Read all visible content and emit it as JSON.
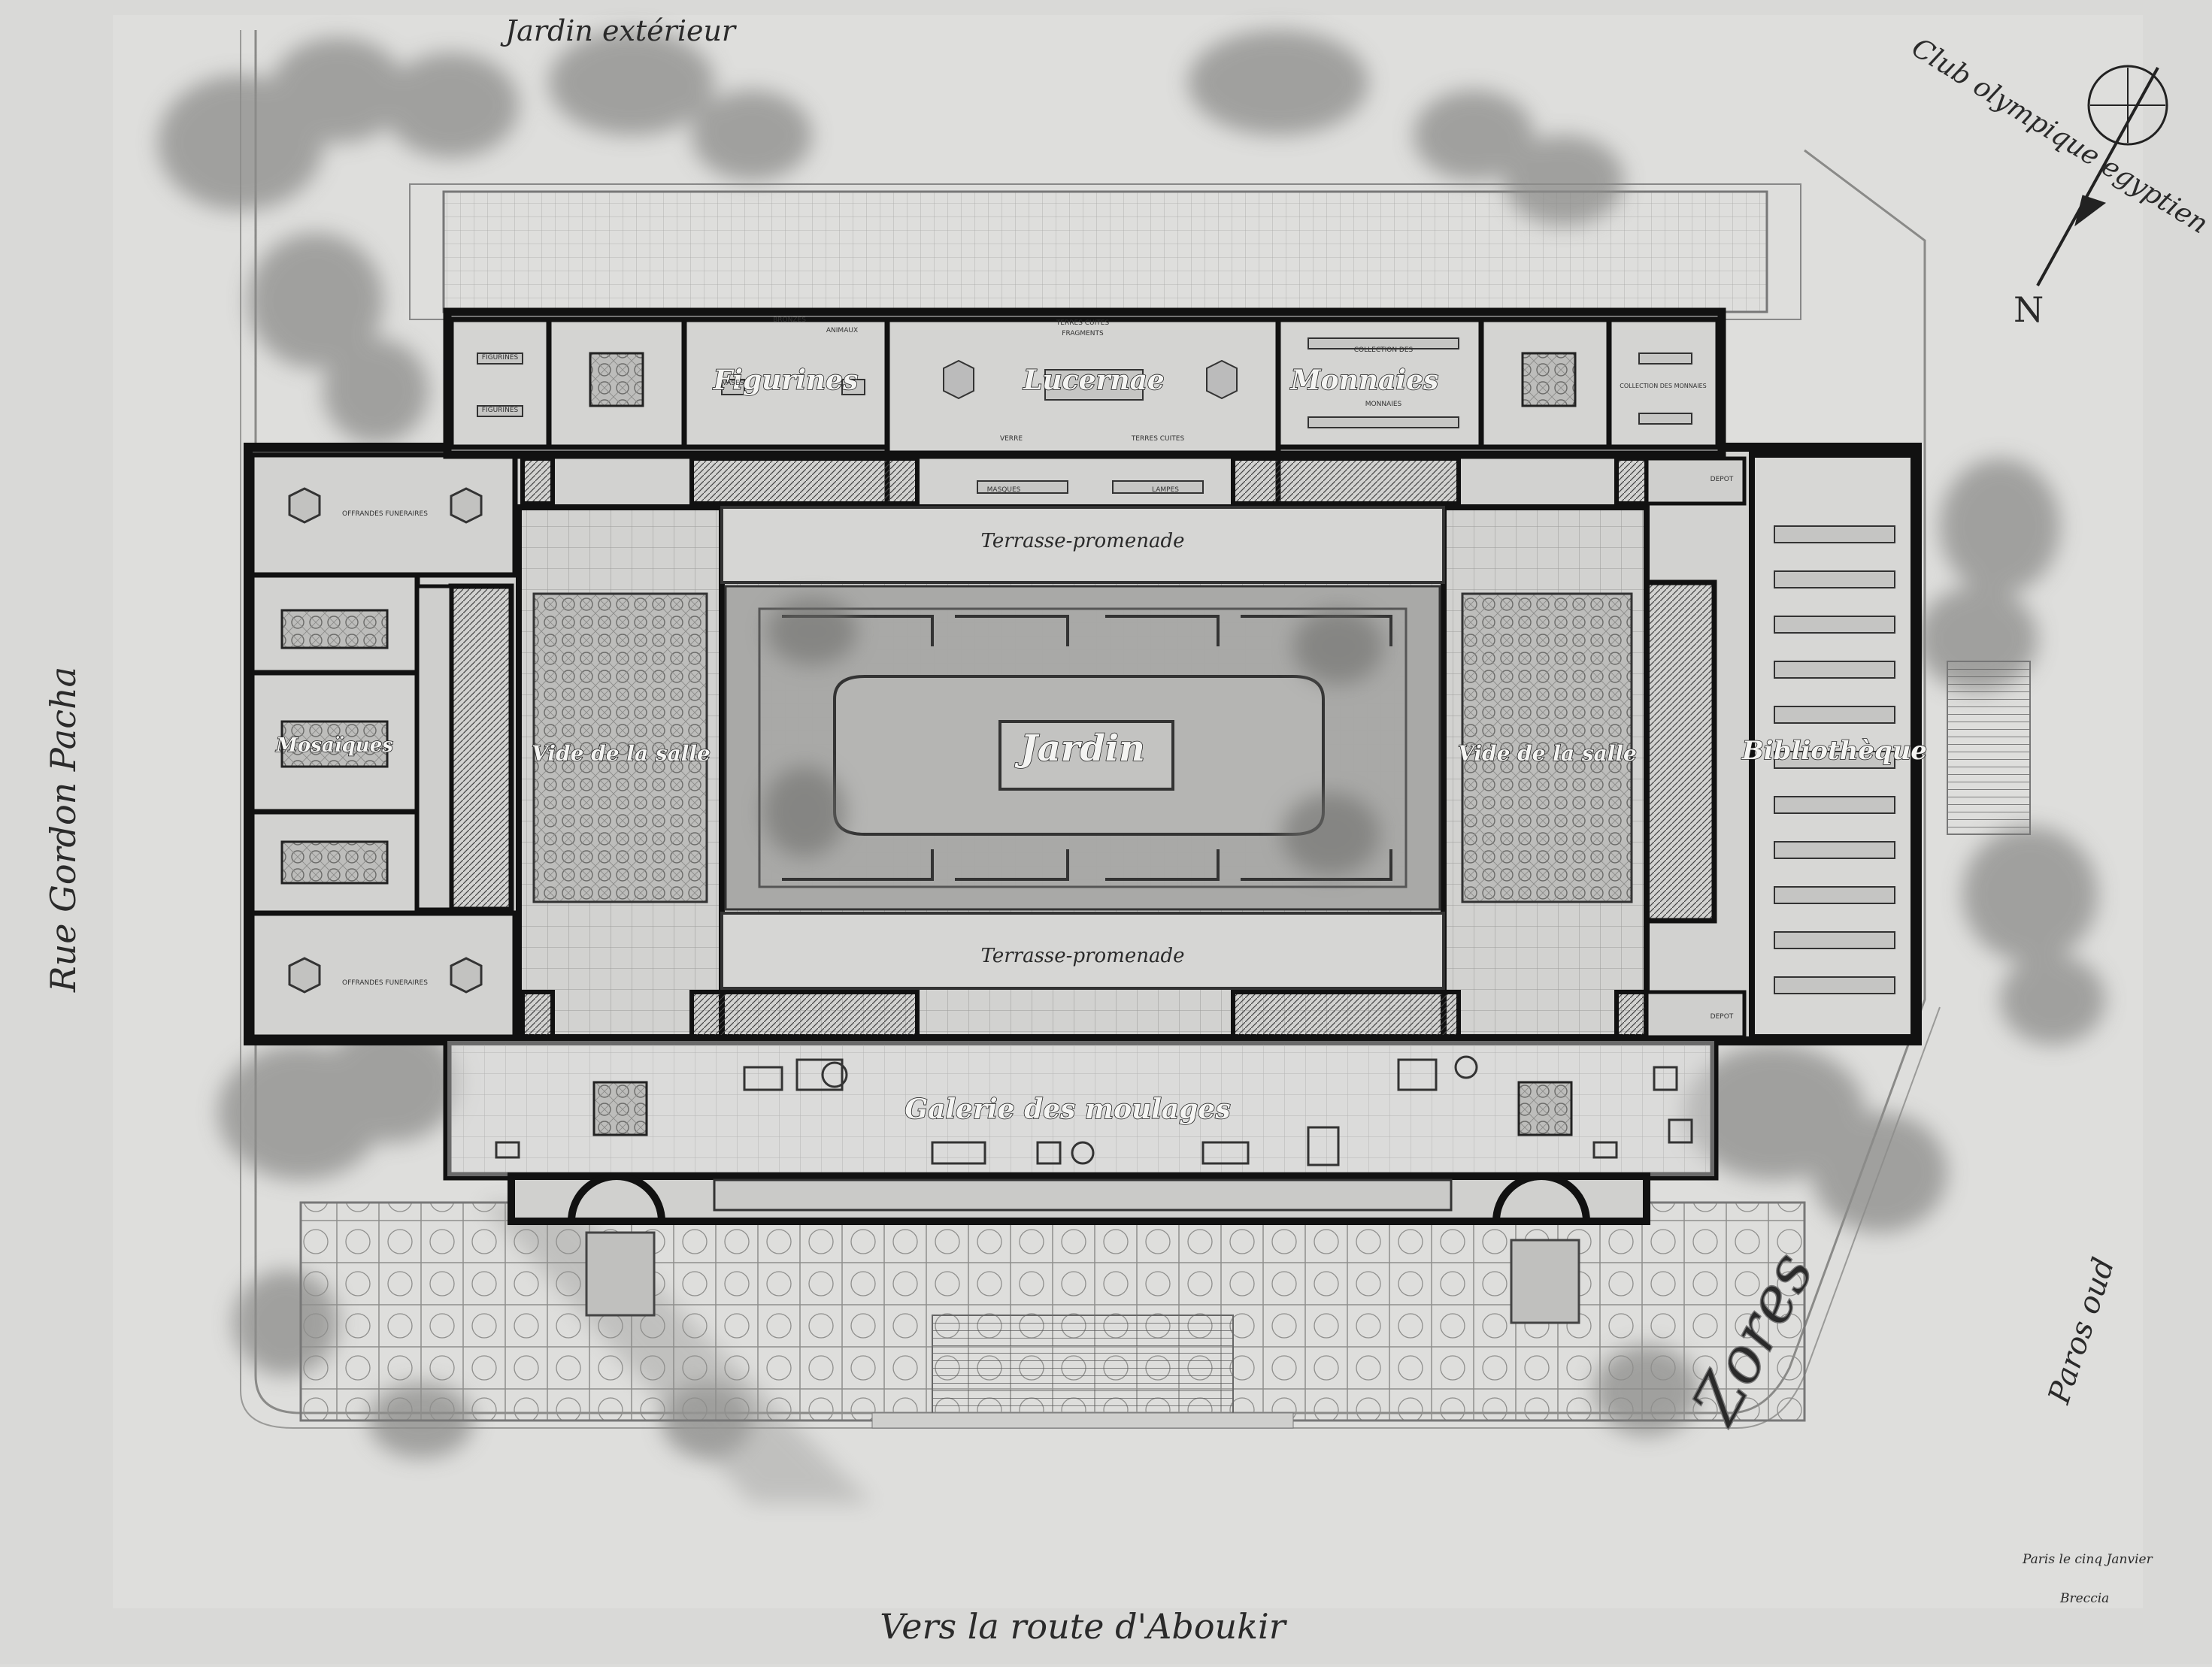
{
  "labels": {
    "top_garden": "Jardin extérieur",
    "club": "Club olympique egyptien",
    "north": "N",
    "left_street": "Rue Gordon Pacha",
    "right_street": "Paros oud",
    "bottom_road": "Vers la route d'Aboukir",
    "terrace_top": "Terrasse-promenade",
    "terrace_bottom": "Terrasse-promenade",
    "garden": "Jardin",
    "hall_left": "Vide de la salle",
    "hall_right": "Vide de la salle",
    "library": "Bibliothèque",
    "casts_gallery": "Galerie des moulages",
    "figurines": "Figurines",
    "lamps": "Lucernae",
    "coins": "Monnaies",
    "mosaics": "Mosaïques",
    "signature": "Zores",
    "note_line1": "Paris le cinq Janvier",
    "note_line2": "Breccia"
  },
  "small_labels": {
    "figurines_1": "FIGURINES",
    "figurines_2": "FIGURINES",
    "bronzes": "BRONZES",
    "animaux": "ANIMAUX",
    "vases": "VASES",
    "terres_cuites_1": "TERRES CUITES",
    "terres_cuites_2": "TERRES CUITES",
    "fragments": "FRAGMENTS",
    "verre": "VERRE",
    "masques": "MASQUES",
    "lampes": "LAMPES",
    "collection_1": "COLLECTION DES",
    "monnaies": "MONNAIES",
    "collection_2": "COLLECTION DES MONNAIES",
    "offrandes_1": "OFFRANDES FUNERAIRES",
    "offrandes_2": "OFFRANDES FUNERAIRES",
    "depot_1": "DEPOT",
    "depot_2": "DEPOT"
  }
}
